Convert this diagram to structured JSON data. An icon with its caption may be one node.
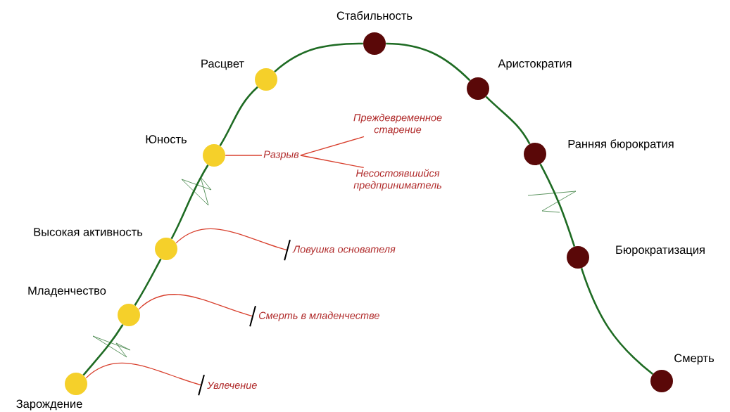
{
  "diagram": {
    "nodes": [
      {
        "text": [
          "Зарождение"
        ]
      },
      {
        "text": [
          "Младенчество"
        ]
      },
      {
        "text": [
          "Высокая активность"
        ]
      },
      {
        "text": [
          "Юность"
        ]
      },
      {
        "text": [
          "Расцвет"
        ]
      },
      {
        "text": [
          "Стабильность"
        ]
      },
      {
        "text": [
          "Аристократия"
        ]
      },
      {
        "text": [
          "Ранняя бюрократия"
        ]
      },
      {
        "text": [
          "Бюрократизация"
        ]
      },
      {
        "text": [
          "Смерть"
        ]
      },
      {
        "text": [
          "Увлечение"
        ]
      },
      {
        "text": [
          "Смерть в младенчестве"
        ]
      },
      {
        "text": [
          "Ловушка основателя"
        ]
      },
      {
        "text": [
          "Разрыв"
        ]
      },
      {
        "text": [
          "Преждевременное старение"
        ]
      },
      {
        "text": [
          "Несостоявшийся предприниматель"
        ]
      }
    ],
    "edges": [
      {
        "from": 0,
        "to": 1,
        "arrow": "none"
      },
      {
        "from": 1,
        "to": 2,
        "arrow": "none"
      },
      {
        "from": 2,
        "to": 3,
        "arrow": "none"
      },
      {
        "from": 3,
        "to": 4,
        "arrow": "none"
      },
      {
        "from": 4,
        "to": 5,
        "arrow": "none"
      },
      {
        "from": 5,
        "to": 6,
        "arrow": "none"
      },
      {
        "from": 6,
        "to": 7,
        "arrow": "none"
      },
      {
        "from": 7,
        "to": 8,
        "arrow": "none"
      },
      {
        "from": 8,
        "to": 9,
        "arrow": "none"
      },
      {
        "from": 0,
        "to": 10,
        "arrow": "other",
        "color": "#d8402e"
      },
      {
        "from": 1,
        "to": 11,
        "arrow": "other",
        "color": "#d8402e"
      },
      {
        "from": 2,
        "to": 12,
        "arrow": "other",
        "color": "#d8402e"
      },
      {
        "from": 3,
        "to": 13,
        "arrow": "none",
        "color": "#d8402e"
      },
      {
        "from": 13,
        "to": 14,
        "arrow": "none",
        "color": "#d8402e"
      },
      {
        "from": 13,
        "to": 15,
        "arrow": "none",
        "color": "#d8402e"
      }
    ]
  }
}
